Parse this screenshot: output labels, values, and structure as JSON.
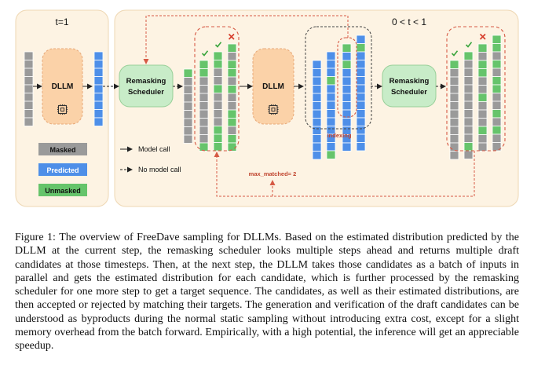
{
  "diagram": {
    "panel_left_label": "t=1",
    "panel_right_label": "0 < t < 1",
    "dllm_label": "DLLM",
    "scheduler_label_line1": "Remasking",
    "scheduler_label_line2": "Scheduler",
    "indexing_label": "indexing",
    "max_matched_label": "max_matched= 2",
    "legend": {
      "masked": "Masked",
      "predicted": "Predicted",
      "unmasked": "Unmasked",
      "model_call": "Model call",
      "no_model_call": "No model call"
    },
    "check_icon_name": "check-icon",
    "cross_icon_name": "cross-icon",
    "chip_icon_name": "chip-icon",
    "colors": {
      "masked": "#9a9a9a",
      "predicted": "#4e8fe8",
      "unmasked": "#66c46b",
      "panel_fill": "#fdf3e3",
      "panel_border": "#eed7b3",
      "dllm_fill": "#fbd2a8",
      "scheduler_fill": "#c8ecc8",
      "dashed_red": "#d65a45",
      "dashed_gray": "#555555"
    }
  },
  "caption": {
    "prefix": "Figure 1:",
    "text": "The overview of FreeDave sampling for DLLMs. Based on the estimated distribution predicted by the DLLM at the current step, the remasking scheduler looks multiple steps ahead and returns multiple draft candidates at those timesteps. Then, at the next step, the DLLM takes those candidates as a batch of inputs in parallel and gets the estimated distribution for each candidate, which is further processed by the remasking scheduler for one more step to get a target sequence. The candidates, as well as their estimated distributions, are then accepted or rejected by matching their targets. The generation and verification of the draft candidates can be understood as byproducts during the normal static sampling without introducing extra cost, except for a slight memory overhead from the batch forward. Empirically, with a high potential, the inference will get an appreciable speedup."
  }
}
